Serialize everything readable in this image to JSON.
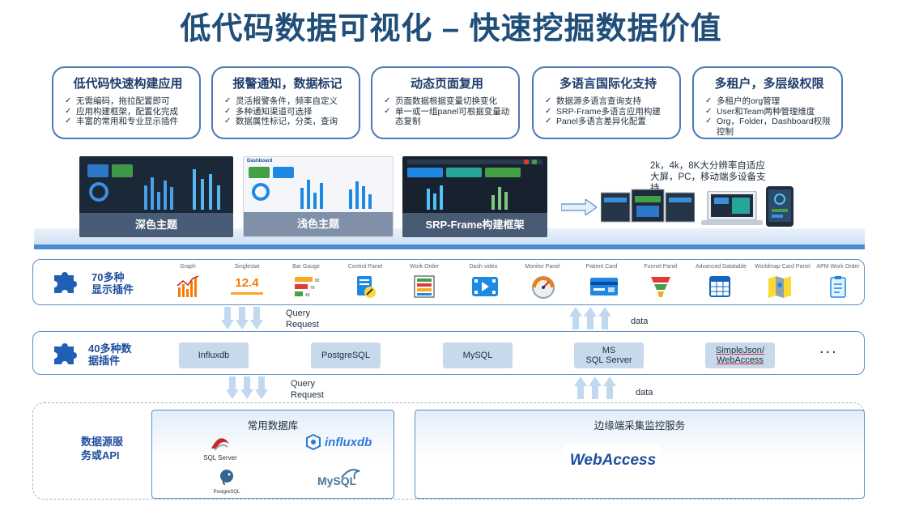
{
  "title": "低代码数据可视化 – 快速挖掘数据价值",
  "cards": [
    {
      "title": "低代码快速构建应用",
      "items": [
        "无需编码，拖拉配置即可",
        "应用构建框架，配置化完成",
        "丰富的常用和专业显示插件"
      ]
    },
    {
      "title": "报警通知，数据标记",
      "items": [
        "灵活报警条件，频率自定义",
        "多种通知渠道可选择",
        "数据属性标记，分类，查询"
      ]
    },
    {
      "title": "动态页面复用",
      "items": [
        "页面数据根据变量切换变化",
        "单一或一组panel可根据变量动态复制"
      ]
    },
    {
      "title": "多语言国际化支持",
      "items": [
        "数据源多语言查询支持",
        "SRP-Frame多语言应用构建",
        "Panel多语言差异化配置"
      ]
    },
    {
      "title": "多租户，多层级权限",
      "items": [
        "多租户的org管理",
        "User和Team两种管理维度",
        "Org，Folder，Dashboard权限控制"
      ]
    }
  ],
  "previews": {
    "dark": "深色主题",
    "light": "浅色主题",
    "srp": "SRP-Frame构建框架",
    "light_logo": "Dashboard"
  },
  "devices_text": "2k，4k，8K大分辨率自适应大屏，PC，移动端多设备支持",
  "display_plugins": {
    "label_line1": "70多种",
    "label_line2": "显示插件",
    "items": [
      {
        "name": "Graph",
        "icon": "graph-icon"
      },
      {
        "name": "Singlestat",
        "icon": "singlestat-icon",
        "value": "12.4"
      },
      {
        "name": "Bar Gauge",
        "icon": "bar-gauge-icon"
      },
      {
        "name": "Control Panel",
        "icon": "control-panel-icon"
      },
      {
        "name": "Work Order",
        "icon": "work-order-icon"
      },
      {
        "name": "Dash video",
        "icon": "video-icon"
      },
      {
        "name": "Monitor Panel",
        "icon": "gauge-icon"
      },
      {
        "name": "Patient Card",
        "icon": "card-icon"
      },
      {
        "name": "Funnel Panel",
        "icon": "funnel-icon"
      },
      {
        "name": "Advanced Datatable",
        "icon": "table-icon"
      },
      {
        "name": "Worldmap Card Panel",
        "icon": "map-icon"
      },
      {
        "name": "APM Work Order",
        "icon": "clipboard-icon"
      }
    ]
  },
  "data_plugins": {
    "label_line1": "40多种数",
    "label_line2": "据插件",
    "items": [
      "Influxdb",
      "PostgreSQL",
      "MySQL",
      "MS\nSQL Server",
      "SimpleJson/\nWebAccess"
    ],
    "more": "..."
  },
  "flow": {
    "query_line1": "Query",
    "query_line2": "Request",
    "data": "data"
  },
  "sources": {
    "label_line1": "数据源服",
    "label_line2": "务或API",
    "common_db_title": "常用数据库",
    "edge_title": "边缘端采集监控服务",
    "logos": {
      "sqlserver": "SQL Server",
      "influxdb": "influxdb",
      "postgresql": "PostgreSQL",
      "mysql": "MySQL",
      "webaccess": "WebAccess"
    }
  },
  "colors": {
    "title": "#1f4e79",
    "card_border": "#4a7ab3",
    "row_border": "#5b8fc9",
    "label_blue": "#1f4e9e",
    "ds_button": "#c9d9ec",
    "arrow_blue": "#c2d8ef"
  }
}
